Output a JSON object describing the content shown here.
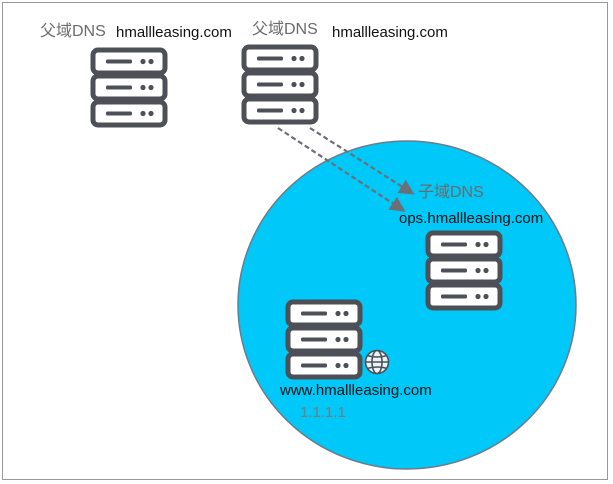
{
  "parent_dns_1": {
    "label": "父域DNS",
    "domain": "hmallleasing.com"
  },
  "parent_dns_2": {
    "label": "父域DNS",
    "domain": "hmallleasing.com"
  },
  "child_dns": {
    "label": "子域DNS",
    "domain": "ops.hmallleasing.com"
  },
  "web_server": {
    "domain": "www.hmallleasing.com",
    "ip": "1.1.1.1",
    "icon": "globe-icon"
  },
  "colors": {
    "zone_fill": "#00c8f8",
    "zone_stroke": "#6c7c8c",
    "server": "#4d5056",
    "arrow": "#6b6f77"
  }
}
